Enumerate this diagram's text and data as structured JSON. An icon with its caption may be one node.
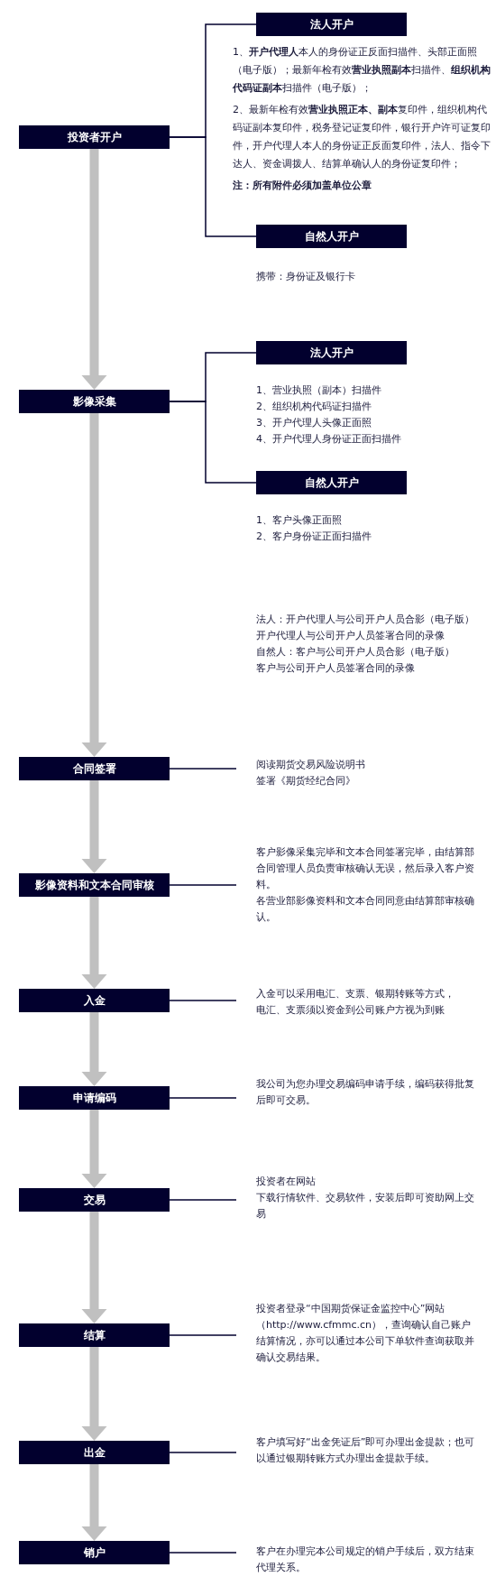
{
  "diagram": {
    "nodes": [
      {
        "text": [
          "投资者开户"
        ]
      },
      {
        "text": [
          "法人开户"
        ],
        "beside": [
          "1、**开户代理人**本人的身份证正反面扫描件、头部正面照（电子版）；最新年检有效**营业执照副本**扫描件、**组织机构代码证副本**扫描件（电子版）；",
          "2、最新年检有效**营业执照正本、副本**复印件，组织机构代码证副本复印件，税务登记证复印件，银行开户许可证复印件，开户代理人本人的身份证正反面复印件，法人、指令下达人、资金调拨人、结算单确认人的身份证复印件；",
          "注：所有附件必须加盖单位公章"
        ]
      },
      {
        "text": [
          "自然人开户"
        ],
        "beside": [
          "携带：身份证及银行卡"
        ]
      },
      {
        "text": [
          "影像采集"
        ]
      },
      {
        "text": [
          "法人开户"
        ],
        "beside": [
          "1、营业执照（副本）扫描件",
          "2、组织机构代码证扫描件",
          "3、开户代理人头像正面照",
          "4、开户代理人身份证正面扫描件"
        ]
      },
      {
        "text": [
          "自然人开户"
        ],
        "beside": [
          "1、客户头像正面照",
          "2、客户身份证正面扫描件"
        ]
      },
      {
        "text": [
          "合同签署"
        ]
      },
      {
        "text": [
          "阅读期货交易风险说明书",
          "签署《期货经纪合同》"
        ]
      },
      {
        "text": [
          "影像资料和文本合同审核"
        ]
      },
      {
        "text": [
          "客户影像采集完毕和文本合同签署完毕，由结算部合同管理人员负责审核确认无误，然后录入客户资料。",
          "各营业部影像资料和文本合同同意由结算部审核确认。"
        ]
      },
      {
        "text": [
          "入金"
        ]
      },
      {
        "text": [
          "入金可以采用电汇、支票、银期转账等方式，",
          "电汇、支票须以资金到公司账户方视为到账"
        ]
      },
      {
        "text": [
          "申请编码"
        ]
      },
      {
        "text": [
          "我公司为您办理交易编码申请手续，编码获得批复后即可交易。"
        ]
      },
      {
        "text": [
          "交易"
        ]
      },
      {
        "text": [
          "投资者在网站",
          "下载行情软件、交易软件，安装后即可资助网上交易"
        ]
      },
      {
        "text": [
          "结算"
        ]
      },
      {
        "text": [
          "投资者登录“中国期货保证金监控中心”网站（http://www.cfmmc.cn），查询确认自己账户结算情况，亦可以通过本公司下单软件查询获取并确认交易结果。"
        ]
      },
      {
        "text": [
          "出金"
        ]
      },
      {
        "text": [
          "客户填写好“出金凭证后”即可办理出金提款；也可以通过银期转账方式办理出金提款手续。"
        ]
      },
      {
        "text": [
          "销户"
        ]
      },
      {
        "text": [
          "客户在办理完本公司规定的销户手续后，双方结束代理关系。"
        ]
      }
    ],
    "edges": [
      {
        "from": 0,
        "to": 1,
        "arrow": "none"
      },
      {
        "from": 0,
        "to": 2,
        "arrow": "none"
      },
      {
        "from": 3,
        "to": 4,
        "arrow": "none"
      },
      {
        "from": 3,
        "to": 5,
        "arrow": "none"
      },
      {
        "from": 0,
        "to": 3,
        "arrow": "to",
        "style": "thick",
        "color": "#c0c0c0"
      },
      {
        "from": 3,
        "to": 6,
        "arrow": "to",
        "style": "thick",
        "color": "#c0c0c0"
      },
      {
        "from": 6,
        "to": 7,
        "arrow": "none"
      },
      {
        "from": 6,
        "to": 8,
        "arrow": "to",
        "style": "thick",
        "color": "#c0c0c0"
      },
      {
        "from": 8,
        "to": 9,
        "arrow": "none"
      },
      {
        "from": 8,
        "to": 10,
        "arrow": "to",
        "style": "thick",
        "color": "#c0c0c0"
      },
      {
        "from": 10,
        "to": 11,
        "arrow": "none"
      },
      {
        "from": 10,
        "to": 12,
        "arrow": "to",
        "style": "thick",
        "color": "#c0c0c0"
      },
      {
        "from": 12,
        "to": 13,
        "arrow": "none"
      },
      {
        "from": 12,
        "to": 14,
        "arrow": "to",
        "style": "thick",
        "color": "#c0c0c0"
      },
      {
        "from": 14,
        "to": 15,
        "arrow": "none"
      },
      {
        "from": 14,
        "to": 16,
        "arrow": "to",
        "style": "thick",
        "color": "#c0c0c0"
      },
      {
        "from": 16,
        "to": 17,
        "arrow": "none"
      },
      {
        "from": 16,
        "to": 18,
        "arrow": "to",
        "style": "thick",
        "color": "#c0c0c0"
      },
      {
        "from": 18,
        "to": 19,
        "arrow": "none"
      },
      {
        "from": 18,
        "to": 20,
        "arrow": "to",
        "style": "thick",
        "color": "#c0c0c0"
      },
      {
        "from": 20,
        "to": 21,
        "arrow": "none"
      }
    ],
    "labels": [
      "法人：开户代理人与公司开户人员合影（电子版）",
      "开户代理人与公司开户人员签署合同的录像",
      "自然人：客户与公司开户人员合影（电子版）",
      "客户与公司开户人员签署合同的录像"
    ]
  }
}
